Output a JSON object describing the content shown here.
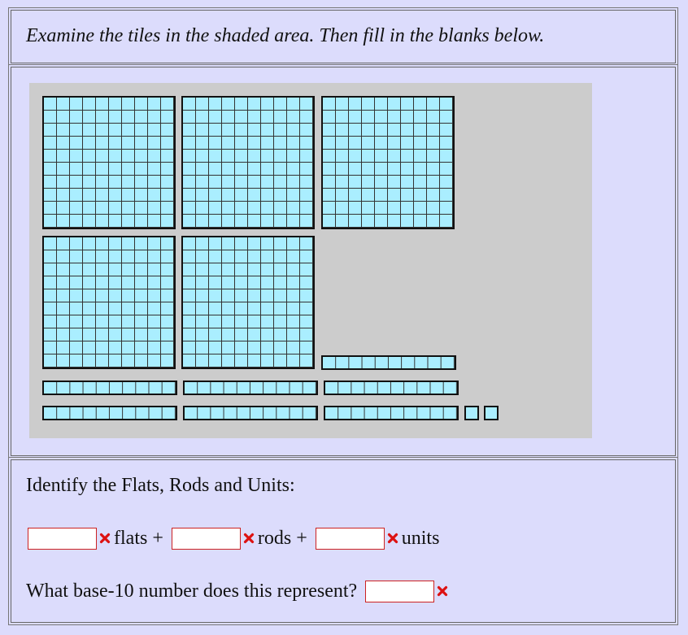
{
  "instructions": "Examine the tiles in the shaded area. Then fill in the blanks below.",
  "tiles": {
    "flats": 5,
    "rods": 7,
    "units": 2
  },
  "answer": {
    "heading": "Identify the Flats, Rods and Units:",
    "flats_label": "flats +",
    "rods_label": "rods +",
    "units_label": "units",
    "flats_value": "",
    "rods_value": "",
    "units_value": "",
    "question": "What base-10 number does this represent?",
    "number_value": ""
  },
  "icons": {
    "invalid": "x-mark-icon"
  },
  "colors": {
    "background": "#dcdcfc",
    "shaded_area": "#cccccc",
    "tile_fill": "#aaeeff",
    "invalid_mark": "#dd1111"
  }
}
